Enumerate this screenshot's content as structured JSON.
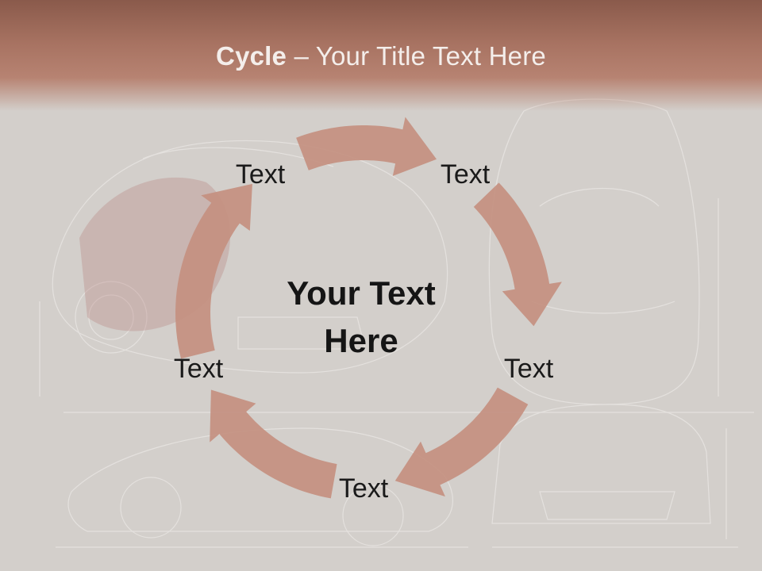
{
  "title": {
    "bold": "Cycle",
    "rest": " – Your Title Text Here"
  },
  "center_text": {
    "line1": "Your Text",
    "line2": "Here"
  },
  "nodes": [
    {
      "label": "Text"
    },
    {
      "label": "Text"
    },
    {
      "label": "Text"
    },
    {
      "label": "Text"
    },
    {
      "label": "Text"
    }
  ],
  "colors": {
    "arrow": "#c49080",
    "header": "#a87362",
    "background": "#d6d2ce",
    "title_text": "#f4eeeb"
  }
}
